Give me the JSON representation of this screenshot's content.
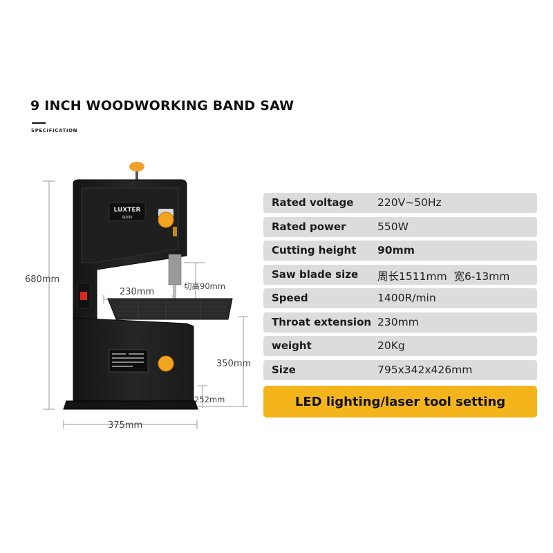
{
  "header": {
    "title": "9 INCH WOODWORKING BAND SAW",
    "subtitle": "SPECIFICATION"
  },
  "product": {
    "brand": "LUXTER",
    "brand_sub": "路斯特"
  },
  "dimensions": {
    "height_total": "680mm",
    "throat": "230mm",
    "cut_height": "切高90mm",
    "lower_height": "350mm",
    "base_height": "252mm",
    "base_width": "375mm"
  },
  "specs": [
    {
      "label": "Rated voltage",
      "value": "220V~50Hz"
    },
    {
      "label": "Rated power",
      "value": "550W"
    },
    {
      "label": "Cutting height",
      "value": "90mm"
    },
    {
      "label": "Saw blade size",
      "value": "周长1511mm  宽6-13mm"
    },
    {
      "label": "Speed",
      "value": "1400R/min"
    },
    {
      "label": "Throat extension",
      "value": "230mm"
    },
    {
      "label": "weight",
      "value": "20Kg"
    },
    {
      "label": "Size",
      "value": "795x342x426mm"
    }
  ],
  "feature": "LED lighting/laser tool setting",
  "colors": {
    "accent": "#f4b51c",
    "row_bg": "#dcdcdc",
    "body": "#1e1e1e"
  }
}
